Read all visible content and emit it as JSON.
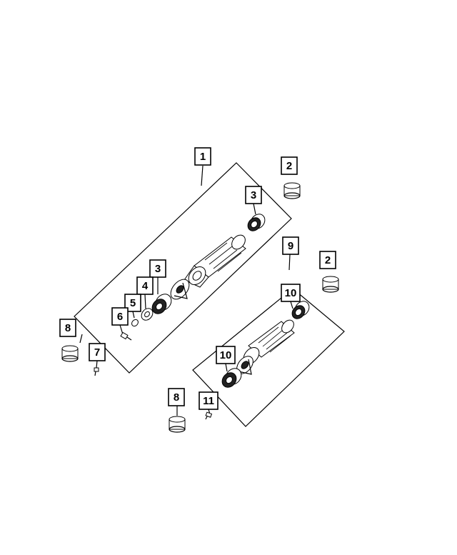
{
  "callouts": [
    {
      "id": "c1a",
      "label": "1"
    },
    {
      "id": "c2a",
      "label": "2"
    },
    {
      "id": "c3a",
      "label": "3"
    },
    {
      "id": "c3b",
      "label": "3"
    },
    {
      "id": "c4",
      "label": "4"
    },
    {
      "id": "c5",
      "label": "5"
    },
    {
      "id": "c6",
      "label": "6"
    },
    {
      "id": "c7",
      "label": "7"
    },
    {
      "id": "c8a",
      "label": "8"
    },
    {
      "id": "c9",
      "label": "9"
    },
    {
      "id": "c2b",
      "label": "2"
    },
    {
      "id": "c10a",
      "label": "10"
    },
    {
      "id": "c10b",
      "label": "10"
    },
    {
      "id": "c8b",
      "label": "8"
    },
    {
      "id": "c11",
      "label": "11"
    }
  ]
}
